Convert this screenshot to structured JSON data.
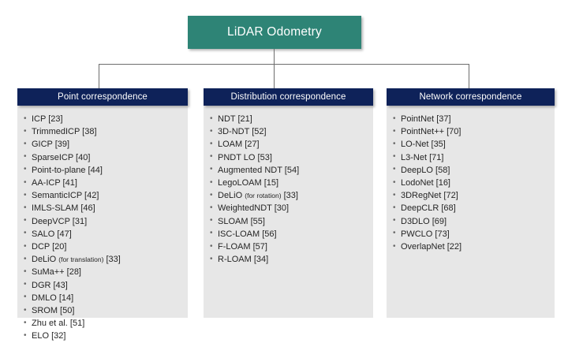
{
  "root": {
    "label": "LiDAR Odometry",
    "color": "#2e8476"
  },
  "header_color": "#0e2259",
  "panel_color": "#e7e7e7",
  "connector_color": "#6d6d6d",
  "columns": [
    {
      "title": "Point correspondence",
      "items": [
        {
          "text": "ICP [23]"
        },
        {
          "text": "TrimmedICP [38]"
        },
        {
          "text": "GICP [39]"
        },
        {
          "text": "SparseICP [40]"
        },
        {
          "text": "Point-to-plane [44]"
        },
        {
          "text": "AA-ICP [41]"
        },
        {
          "text": "SemanticICP [42]"
        },
        {
          "text": "IMLS-SLAM [46]"
        },
        {
          "text": "DeepVCP [31]"
        },
        {
          "text": "SALO [47]"
        },
        {
          "text": "DCP [20]"
        },
        {
          "text": "DeLiO ",
          "note": "(for translation)",
          "suffix": " [33]"
        },
        {
          "text": "SuMa++ [28]"
        },
        {
          "text": "DGR [43]"
        },
        {
          "text": "DMLO [14]"
        },
        {
          "text": "SROM [50]"
        },
        {
          "text": "Zhu et al. [51]"
        },
        {
          "text": "ELO [32]"
        }
      ]
    },
    {
      "title": "Distribution correspondence",
      "items": [
        {
          "text": "NDT [21]"
        },
        {
          "text": "3D-NDT [52]"
        },
        {
          "text": "LOAM [27]"
        },
        {
          "text": "PNDT LO [53]"
        },
        {
          "text": "Augmented NDT [54]"
        },
        {
          "text": "LegoLOAM [15]"
        },
        {
          "text": "DeLiO ",
          "note": "(for rotation)",
          "suffix": " [33]"
        },
        {
          "text": "WeightedNDT [30]"
        },
        {
          "text": "SLOAM [55]"
        },
        {
          "text": "ISC-LOAM [56]"
        },
        {
          "text": "F-LOAM [57]"
        },
        {
          "text": "R-LOAM [34]"
        }
      ]
    },
    {
      "title": "Network correspondence",
      "items": [
        {
          "text": "PointNet [37]"
        },
        {
          "text": "PointNet++ [70]"
        },
        {
          "text": "LO-Net [35]"
        },
        {
          "text": "L3-Net [71]"
        },
        {
          "text": "DeepLO [58]"
        },
        {
          "text": "LodoNet [16]"
        },
        {
          "text": "3DRegNet [72]"
        },
        {
          "text": "DeepCLR [68]"
        },
        {
          "text": "D3DLO [69]"
        },
        {
          "text": "PWCLO [73]"
        },
        {
          "text": "OverlapNet [22]"
        }
      ]
    }
  ]
}
